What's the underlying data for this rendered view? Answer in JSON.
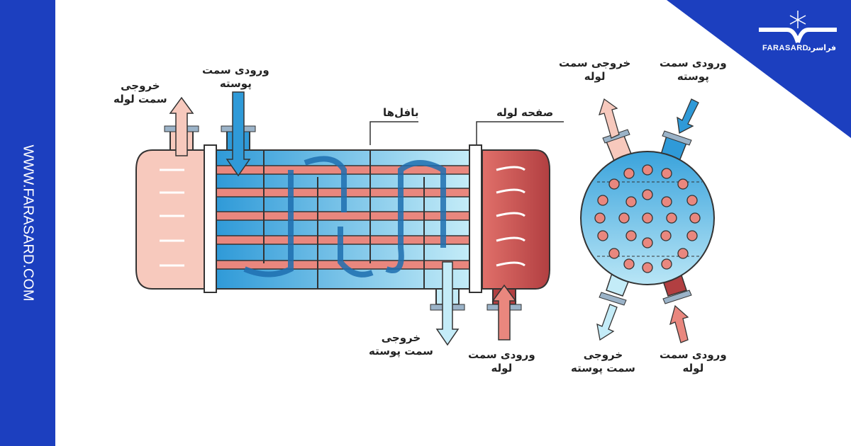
{
  "brand": {
    "name_latin": "FARASARD",
    "name_persian": "فراسرد",
    "website": "WWW.FARASARD.COM"
  },
  "colors": {
    "brand_blue": "#1c3fbf",
    "shell_blue": "#4aaee0",
    "tube_pink": "#f2b3a6",
    "hot_red": "#b84848"
  },
  "side_view": {
    "tube_outlet": {
      "line1": "خروجی",
      "line2": "سمت لوله"
    },
    "shell_inlet": {
      "line1": "ورودی سمت",
      "line2": "پوسته"
    },
    "baffles": "بافل‌ها",
    "tube_sheet": "صفحه لوله",
    "shell_outlet": {
      "line1": "خروجی",
      "line2": "سمت پوسته"
    },
    "tube_inlet": {
      "line1": "ورودی سمت",
      "line2": "لوله"
    }
  },
  "cross_section": {
    "tube_outlet": {
      "line1": "خروجی سمت",
      "line2": "لوله"
    },
    "shell_inlet": {
      "line1": "ورودی سمت",
      "line2": "پوسته"
    },
    "shell_outlet": {
      "line1": "خروجی",
      "line2": "سمت پوسته"
    },
    "tube_inlet": {
      "line1": "ورودی سمت",
      "line2": "لوله"
    }
  }
}
